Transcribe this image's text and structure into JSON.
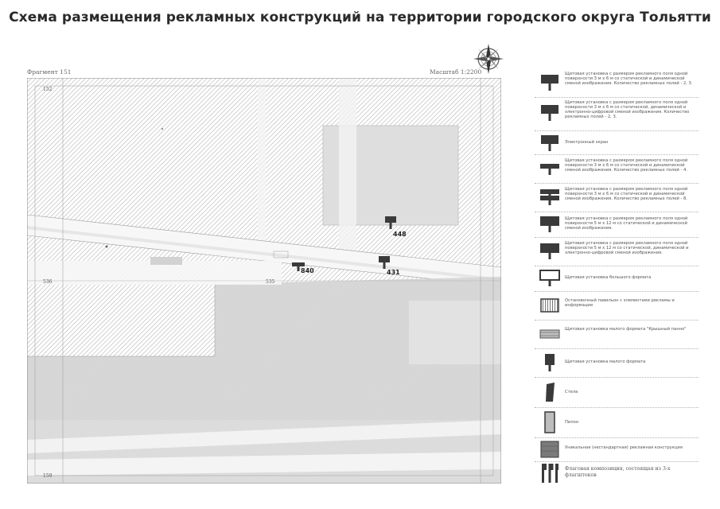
{
  "page": {
    "title": "Схема размещения рекламных конструкций на территории городского округа Тольятти"
  },
  "map": {
    "fragment_label": "Фрагмент 151",
    "scale_label": "Масштаб 1:2200",
    "frame_numbers": {
      "top_left": "152",
      "mid_left": "536",
      "mid_center": "535",
      "bottom_left": "159"
    },
    "markers": [
      {
        "id": "448",
        "type": "legend-1"
      },
      {
        "id": "840",
        "type": "legend-4"
      },
      {
        "id": "431",
        "type": "legend-1"
      }
    ]
  },
  "legend": {
    "items": [
      {
        "icon": "billboard-3x6-icon",
        "text": "Щитовая установка с размером рекламного поля одной поверхности 3 м х 6 м со статической и динамической сменой изображения. Количество рекламных полей - 2, 3."
      },
      {
        "icon": "billboard-3x6-digital-icon",
        "text": "Щитовая установка с размером рекламного поля одной поверхности 3 м х 6 м со статической, динамической и электронно-цифровой сменой изображения. Количество рекламных полей - 2, 3."
      },
      {
        "icon": "electronic-screen-icon",
        "text": "Электронный экран"
      },
      {
        "icon": "billboard-4-fields-icon",
        "text": "Щитовая установка с размером рекламного поля одной поверхности 3 м х 6 м со статической и динамической сменой изображения. Количество рекламных полей - 4."
      },
      {
        "icon": "billboard-8-fields-icon",
        "text": "Щитовая установка с размером рекламного поля одной поверхности 3 м х 6 м со статической и динамической сменой изображения. Количество рекламных полей - 8."
      },
      {
        "icon": "billboard-5x12-icon",
        "text": "Щитовая установка с размером рекламного поля одной поверхности 5 м х 12 м со статической и динамической сменой изображения."
      },
      {
        "icon": "billboard-5x12-digital-icon",
        "text": "Щитовая установка с размером рекламного поля одной поверхности 5 м х 12 м со статической, динамической и электронно-цифровой сменой изображения."
      },
      {
        "icon": "large-format-billboard-icon",
        "text": "Щитовая установка большого формата"
      },
      {
        "icon": "kiosk-icon",
        "text": "Остановочный павильон с элементами рекламы и информации"
      },
      {
        "icon": "crown-panel-icon",
        "text": "Щитовая установка малого формата \"Крышный панно\""
      },
      {
        "icon": "small-format-icon",
        "text": "Щитовая установка малого формата"
      },
      {
        "icon": "stele-icon",
        "text": "Стела"
      },
      {
        "icon": "pylon-icon",
        "text": "Пилон"
      },
      {
        "icon": "unique-construction-icon",
        "text": "Уникальная (нестандартная) рекламная конструкция"
      },
      {
        "icon": "flag-composition-icon",
        "text": "Флаговая композиция, состоящая из 3-х флагштоков"
      }
    ]
  },
  "colors": {
    "hatch": "#bdbdbd",
    "building": "#d2d2d2",
    "road": "#f4f4f4",
    "marker": "#3a3a3a"
  }
}
